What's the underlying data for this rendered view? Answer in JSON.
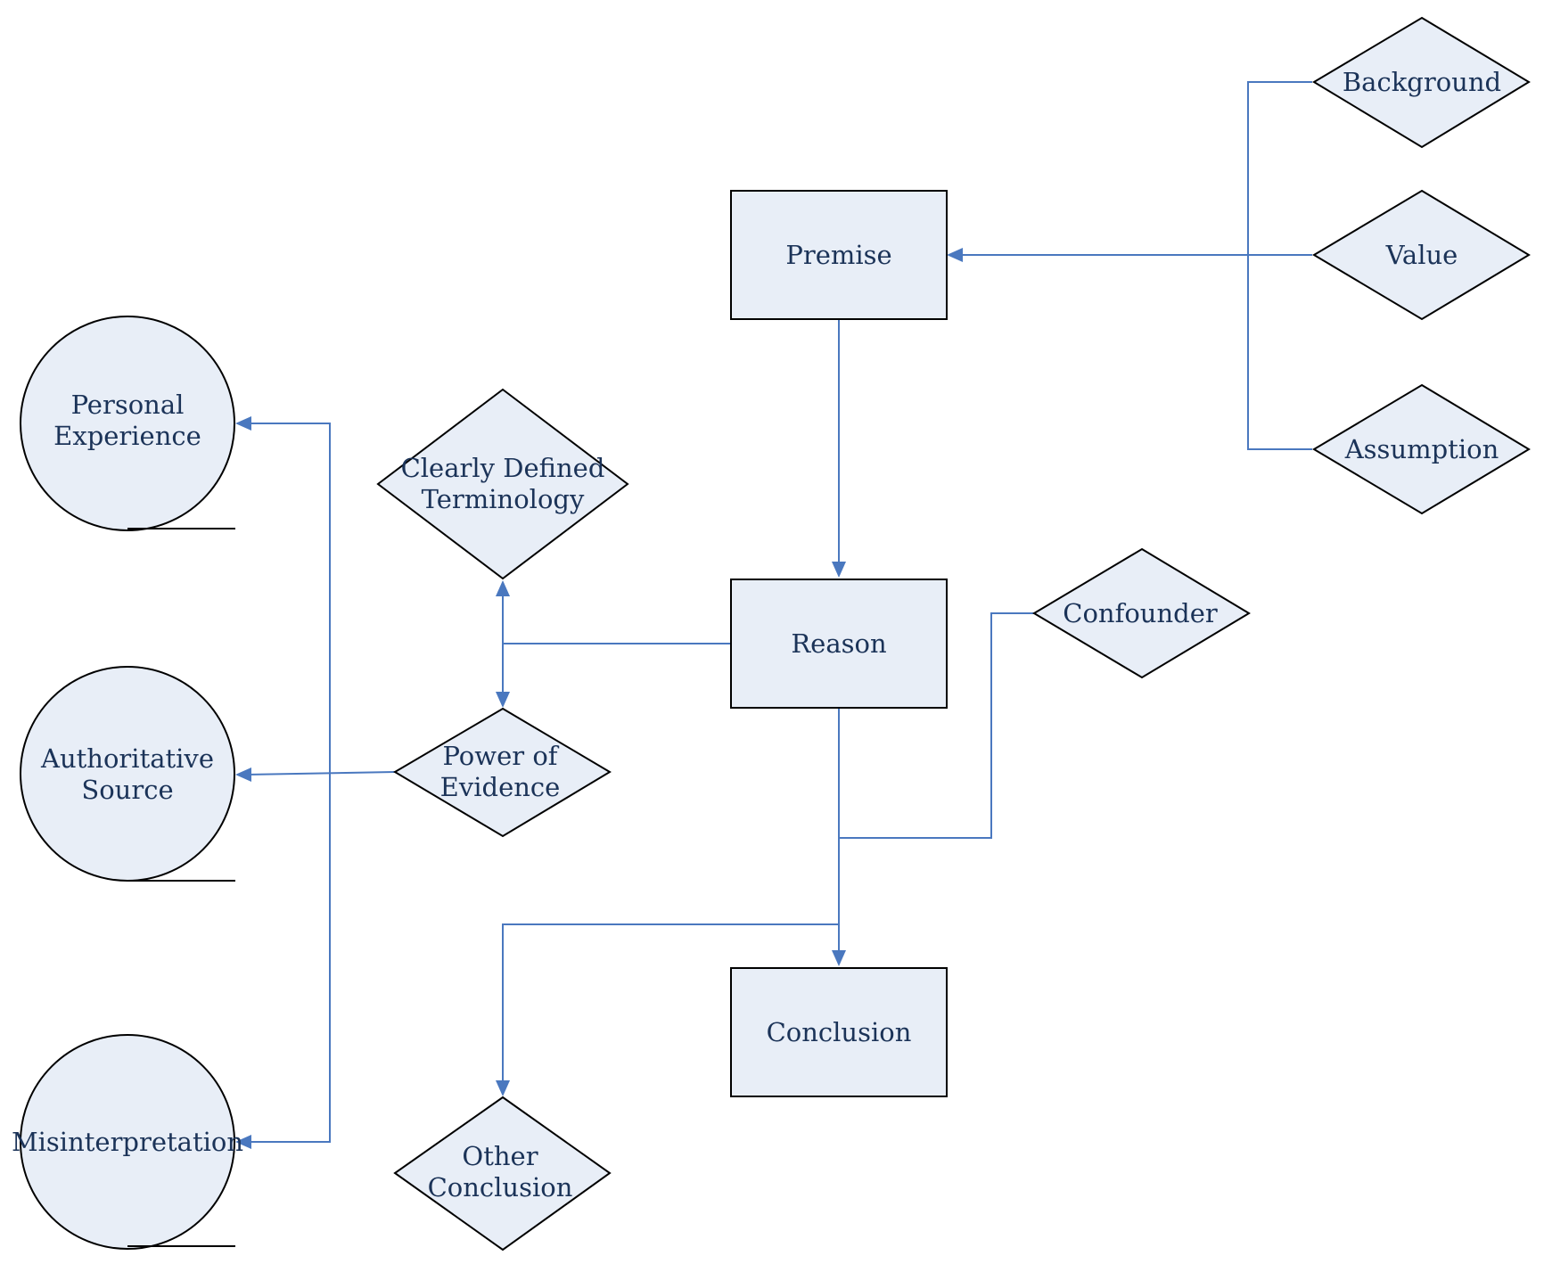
{
  "diagram": {
    "nodes": {
      "premise": {
        "shape": "rectangle",
        "lines": [
          "Premise"
        ]
      },
      "reason": {
        "shape": "rectangle",
        "lines": [
          "Reason"
        ]
      },
      "conclusion": {
        "shape": "rectangle",
        "lines": [
          "Conclusion"
        ]
      },
      "background": {
        "shape": "diamond",
        "lines": [
          "Background"
        ]
      },
      "value": {
        "shape": "diamond",
        "lines": [
          "Value"
        ]
      },
      "assumption": {
        "shape": "diamond",
        "lines": [
          "Assumption"
        ]
      },
      "confounder": {
        "shape": "diamond",
        "lines": [
          "Confounder"
        ]
      },
      "clearly_defined_terminology": {
        "shape": "diamond",
        "lines": [
          "Clearly Defined",
          "Terminology"
        ]
      },
      "power_of_evidence": {
        "shape": "diamond",
        "lines": [
          "Power of",
          "Evidence"
        ]
      },
      "other_conclusion": {
        "shape": "diamond",
        "lines": [
          "Other",
          "Conclusion"
        ]
      },
      "personal_experience": {
        "shape": "circle",
        "lines": [
          "Personal",
          "Experience"
        ]
      },
      "authoritative_source": {
        "shape": "circle",
        "lines": [
          "Authoritative",
          "Source"
        ]
      },
      "misinterpretation": {
        "shape": "circle",
        "lines": [
          "Misinterpretation"
        ]
      }
    },
    "edges": [
      {
        "from": "background",
        "to": "premise"
      },
      {
        "from": "value",
        "to": "premise"
      },
      {
        "from": "assumption",
        "to": "premise"
      },
      {
        "from": "premise",
        "to": "reason"
      },
      {
        "from": "reason",
        "to": "conclusion"
      },
      {
        "from": "confounder",
        "to": "conclusion"
      },
      {
        "from": "reason",
        "to": "other_conclusion"
      },
      {
        "from": "reason",
        "to": "clearly_defined_terminology"
      },
      {
        "from": "reason",
        "to": "power_of_evidence"
      },
      {
        "from": "power_of_evidence",
        "to": "personal_experience"
      },
      {
        "from": "power_of_evidence",
        "to": "authoritative_source"
      },
      {
        "from": "power_of_evidence",
        "to": "misinterpretation"
      }
    ],
    "colors": {
      "node_fill": "#e8eef7",
      "node_stroke": "#000000",
      "connector": "#4a78bf",
      "text": "#1b3358"
    }
  }
}
